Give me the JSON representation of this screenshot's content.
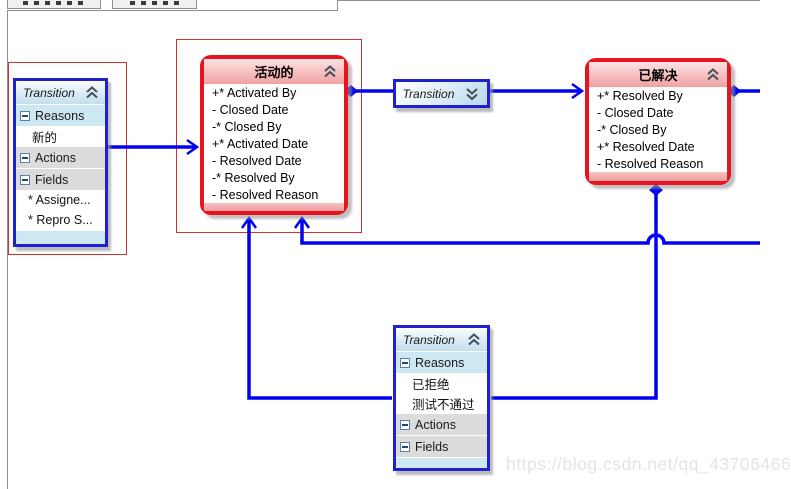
{
  "colors": {
    "connector_blue": "#0000f0",
    "panel_border_blue": "#2120ce",
    "state_border_red": "#e8131f",
    "selection_red": "#d23230",
    "reasons_header_bg": "#cde7f3",
    "section_header_bg": "#dcdcdc"
  },
  "icons": {
    "collapse": "chevron-double-up",
    "expand": "chevron-double-down",
    "section_toggle": "minus-box"
  },
  "left_panel": {
    "title": "Transition",
    "sections": [
      {
        "label": "Reasons",
        "items": [
          "新的"
        ]
      },
      {
        "label": "Actions",
        "items": []
      },
      {
        "label": "Fields",
        "items": [
          "* Assigne...",
          "* Repro S..."
        ]
      }
    ]
  },
  "collapsed_transition": {
    "title": "Transition"
  },
  "bottom_panel": {
    "title": "Transition",
    "sections": [
      {
        "label": "Reasons",
        "items": [
          "已拒绝",
          "测试不通过"
        ]
      },
      {
        "label": "Actions",
        "items": []
      },
      {
        "label": "Fields",
        "items": []
      }
    ]
  },
  "states": [
    {
      "name": "活动的",
      "fields": [
        "+* Activated By",
        "- Closed Date",
        "-* Closed By",
        "+* Activated Date",
        "- Resolved Date",
        "-* Resolved By",
        "- Resolved Reason"
      ]
    },
    {
      "name": "已解决",
      "fields": [
        "+* Resolved By",
        "- Closed Date",
        "-* Closed By",
        "+* Resolved Date",
        "- Resolved Reason"
      ]
    }
  ],
  "watermark": "https://blog.csdn.net/qq_43706466"
}
